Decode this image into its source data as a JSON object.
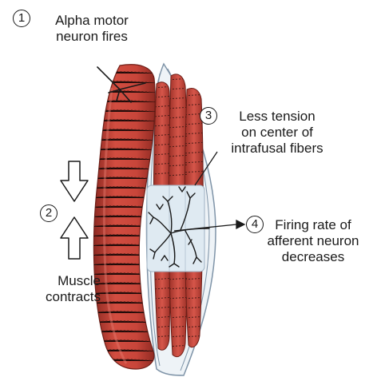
{
  "colors": {
    "muscle": "#c8453a",
    "muscle_dark": "#8e2a22",
    "striation": "#4a1d18",
    "sheath": "#dde6ee",
    "sheath_outline": "#7f94a8",
    "nerve": "#1a1a1a"
  },
  "steps": [
    {
      "number": "1",
      "lines": [
        "Alpha motor",
        "neuron fires"
      ]
    },
    {
      "number": "2",
      "lines": [
        "Muscle",
        "contracts"
      ]
    },
    {
      "number": "3",
      "lines": [
        "Less tension",
        "on center of",
        "intrafusal fibers"
      ]
    },
    {
      "number": "4",
      "lines": [
        "Firing rate of",
        "afferent neuron",
        "decreases"
      ]
    }
  ]
}
